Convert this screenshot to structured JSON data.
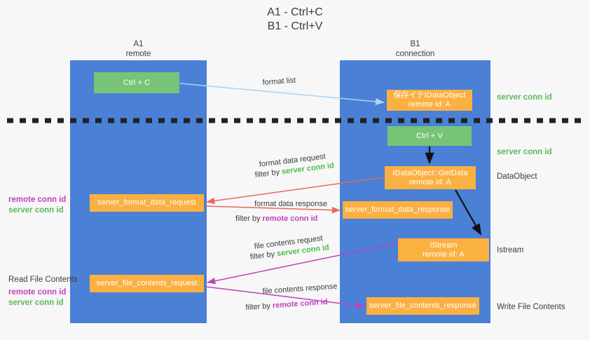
{
  "title": {
    "line1": "A1 - Ctrl+C",
    "line2": "B1 - Ctrl+V"
  },
  "columns": {
    "a1": {
      "name": "A1",
      "role": "remote"
    },
    "b1": {
      "name": "B1",
      "role": "connection"
    }
  },
  "nodes": {
    "ctrl_c": "Ctrl + C",
    "ctrl_v": "Ctrl + V",
    "idataobject_line1": "保存イテIDataObject",
    "idataobject_line2": "remote id: A",
    "getdata_line1": "IDataObject::GetData",
    "getdata_line2": "remote id: A",
    "istream_line1": "IStream",
    "istream_line2": "remote id: A",
    "server_format_data_request": "server_format_data_request",
    "server_format_data_response": "server_format_data_response",
    "server_file_contents_request": "server_file_contents_request",
    "server_file_contents_response": "server_file_contents_response"
  },
  "captions": {
    "format_list": "format list",
    "format_data_request": "format data request",
    "format_data_request_filter_prefix": "filter by ",
    "format_data_request_filter_value": "server conn id",
    "format_data_response": "format data response",
    "format_data_response_filter_prefix": "filter by ",
    "format_data_response_filter_value": "remote conn id",
    "file_contents_request": "file contents request",
    "file_contents_request_filter_prefix": "filter by ",
    "file_contents_request_filter_value": "server conn id",
    "file_contents_response": "file contents response",
    "file_contents_response_filter_prefix": "filter by ",
    "file_contents_response_filter_value": "remote conn id"
  },
  "side_labels": {
    "server_conn_id_top": "server conn id",
    "server_conn_id_mid": "server conn id",
    "dataobject": "DataObject",
    "istream": "Istream",
    "write_file_contents": "Write File Contents",
    "read_file_contents": "Read File Contents",
    "remote_conn_id_upper": "remote conn id",
    "server_conn_id_upper": "server conn id",
    "remote_conn_id_lower": "remote conn id",
    "server_conn_id_lower": "server conn id"
  },
  "colors": {
    "column_blue": "#4a80d5",
    "node_green": "#77c477",
    "node_orange": "#fbb042",
    "conn_green": "#5cb85c",
    "conn_purple": "#c040c0",
    "arrow_light_blue": "#aed2f0",
    "arrow_red": "#e8675e",
    "arrow_magenta": "#c040c0",
    "arrow_black": "#111111",
    "background": "#f7f7f7"
  }
}
